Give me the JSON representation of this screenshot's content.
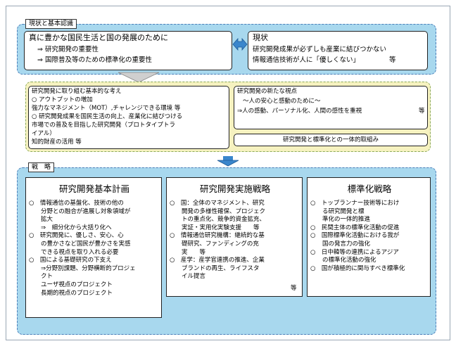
{
  "section_current": {
    "tag": "現状と基本認識",
    "main_box": {
      "title": "真に豊かな国民生活と国の発展のために",
      "items": [
        "⇒ 研究開発の重要性",
        "⇒ 国際普及等のための標準化の重要性"
      ]
    },
    "status_box": {
      "title": "現状",
      "line1": "研究開発成果が必ずしも産業に結びつかない",
      "line2": "情報通信技術が人に「優しくない」",
      "line2_suffix": "等"
    }
  },
  "section_approach": {
    "basic_box": {
      "title": "研究開発に取り組む基本的な考え",
      "lines": [
        "○ アウトプットの増加",
        "  強力なマネジメント（MOT）,チャレンジできる環境 等",
        "○ 研究開発成果を国民生活の向上、産業化に結びつける",
        "  市場での普及を目指した研究開発（プロトタイプトラ",
        "  イアル）",
        "  知的財産の活用 等"
      ]
    },
    "viewpoint_box": {
      "title": "研究開発の新たな視点",
      "line1": "～人の安心と感動のために～",
      "line2": "⇒人の感動、パーソナル化、人間の感性を重視",
      "line2_suffix": "等"
    },
    "integration_box": {
      "label": "研究開発と標準化との一体的取組み"
    }
  },
  "section_strategy": {
    "tag": "戦　略",
    "plan": {
      "title": "研究開発基本計画",
      "lines": [
        "○　情報通信の基盤化、技術の他の",
        "　　分野との融合が進展し対象領域が",
        "　　拡大",
        "　　⇒　細分化から大括り化へ",
        "○　研究開発に、優しさ、安心、心",
        "　　の豊かさなど国民が豊かさを実感",
        "　　できる視点を取り入れる必要",
        "○　国による基礎研究の下支え",
        "　　⇒分野別課題、分野横断的プロジェ",
        "　　クト",
        "　　ユーザ視点のプロジェクト",
        "　　長期的視点のプロジェクト"
      ]
    },
    "implementation": {
      "title": "研究開発実施戦略",
      "lines": [
        "○　国：全体のマネジメント、研究",
        "　　開発の多様性確保、プロジェク",
        "　　トの重点化、競争的資金拡充、",
        "　　実証・実用化実験支援　　等",
        "○　情報通信研究機構：継続的な基",
        "　　礎研究、ファンディングの充",
        "　　実　　等",
        "○　産学：産学官連携の推進、企業",
        "　　ブランドの再生、ライフスタ",
        "　　イル提言"
      ],
      "suffix": "等"
    },
    "standardization": {
      "title": "標準化戦略",
      "lines": [
        "○　トップランナー技術等におけ",
        "　　る研究開発と標",
        "　　準化の一体的推進",
        "○　民間主体の標準化活動の促進",
        "○　国際標準化活動における我が",
        "　　国の発言力の強化",
        "○　日中韓等の連携によるアジア",
        "　　の標準化活動の強化",
        "○　国が積極的に関与すべき標準化"
      ]
    }
  }
}
